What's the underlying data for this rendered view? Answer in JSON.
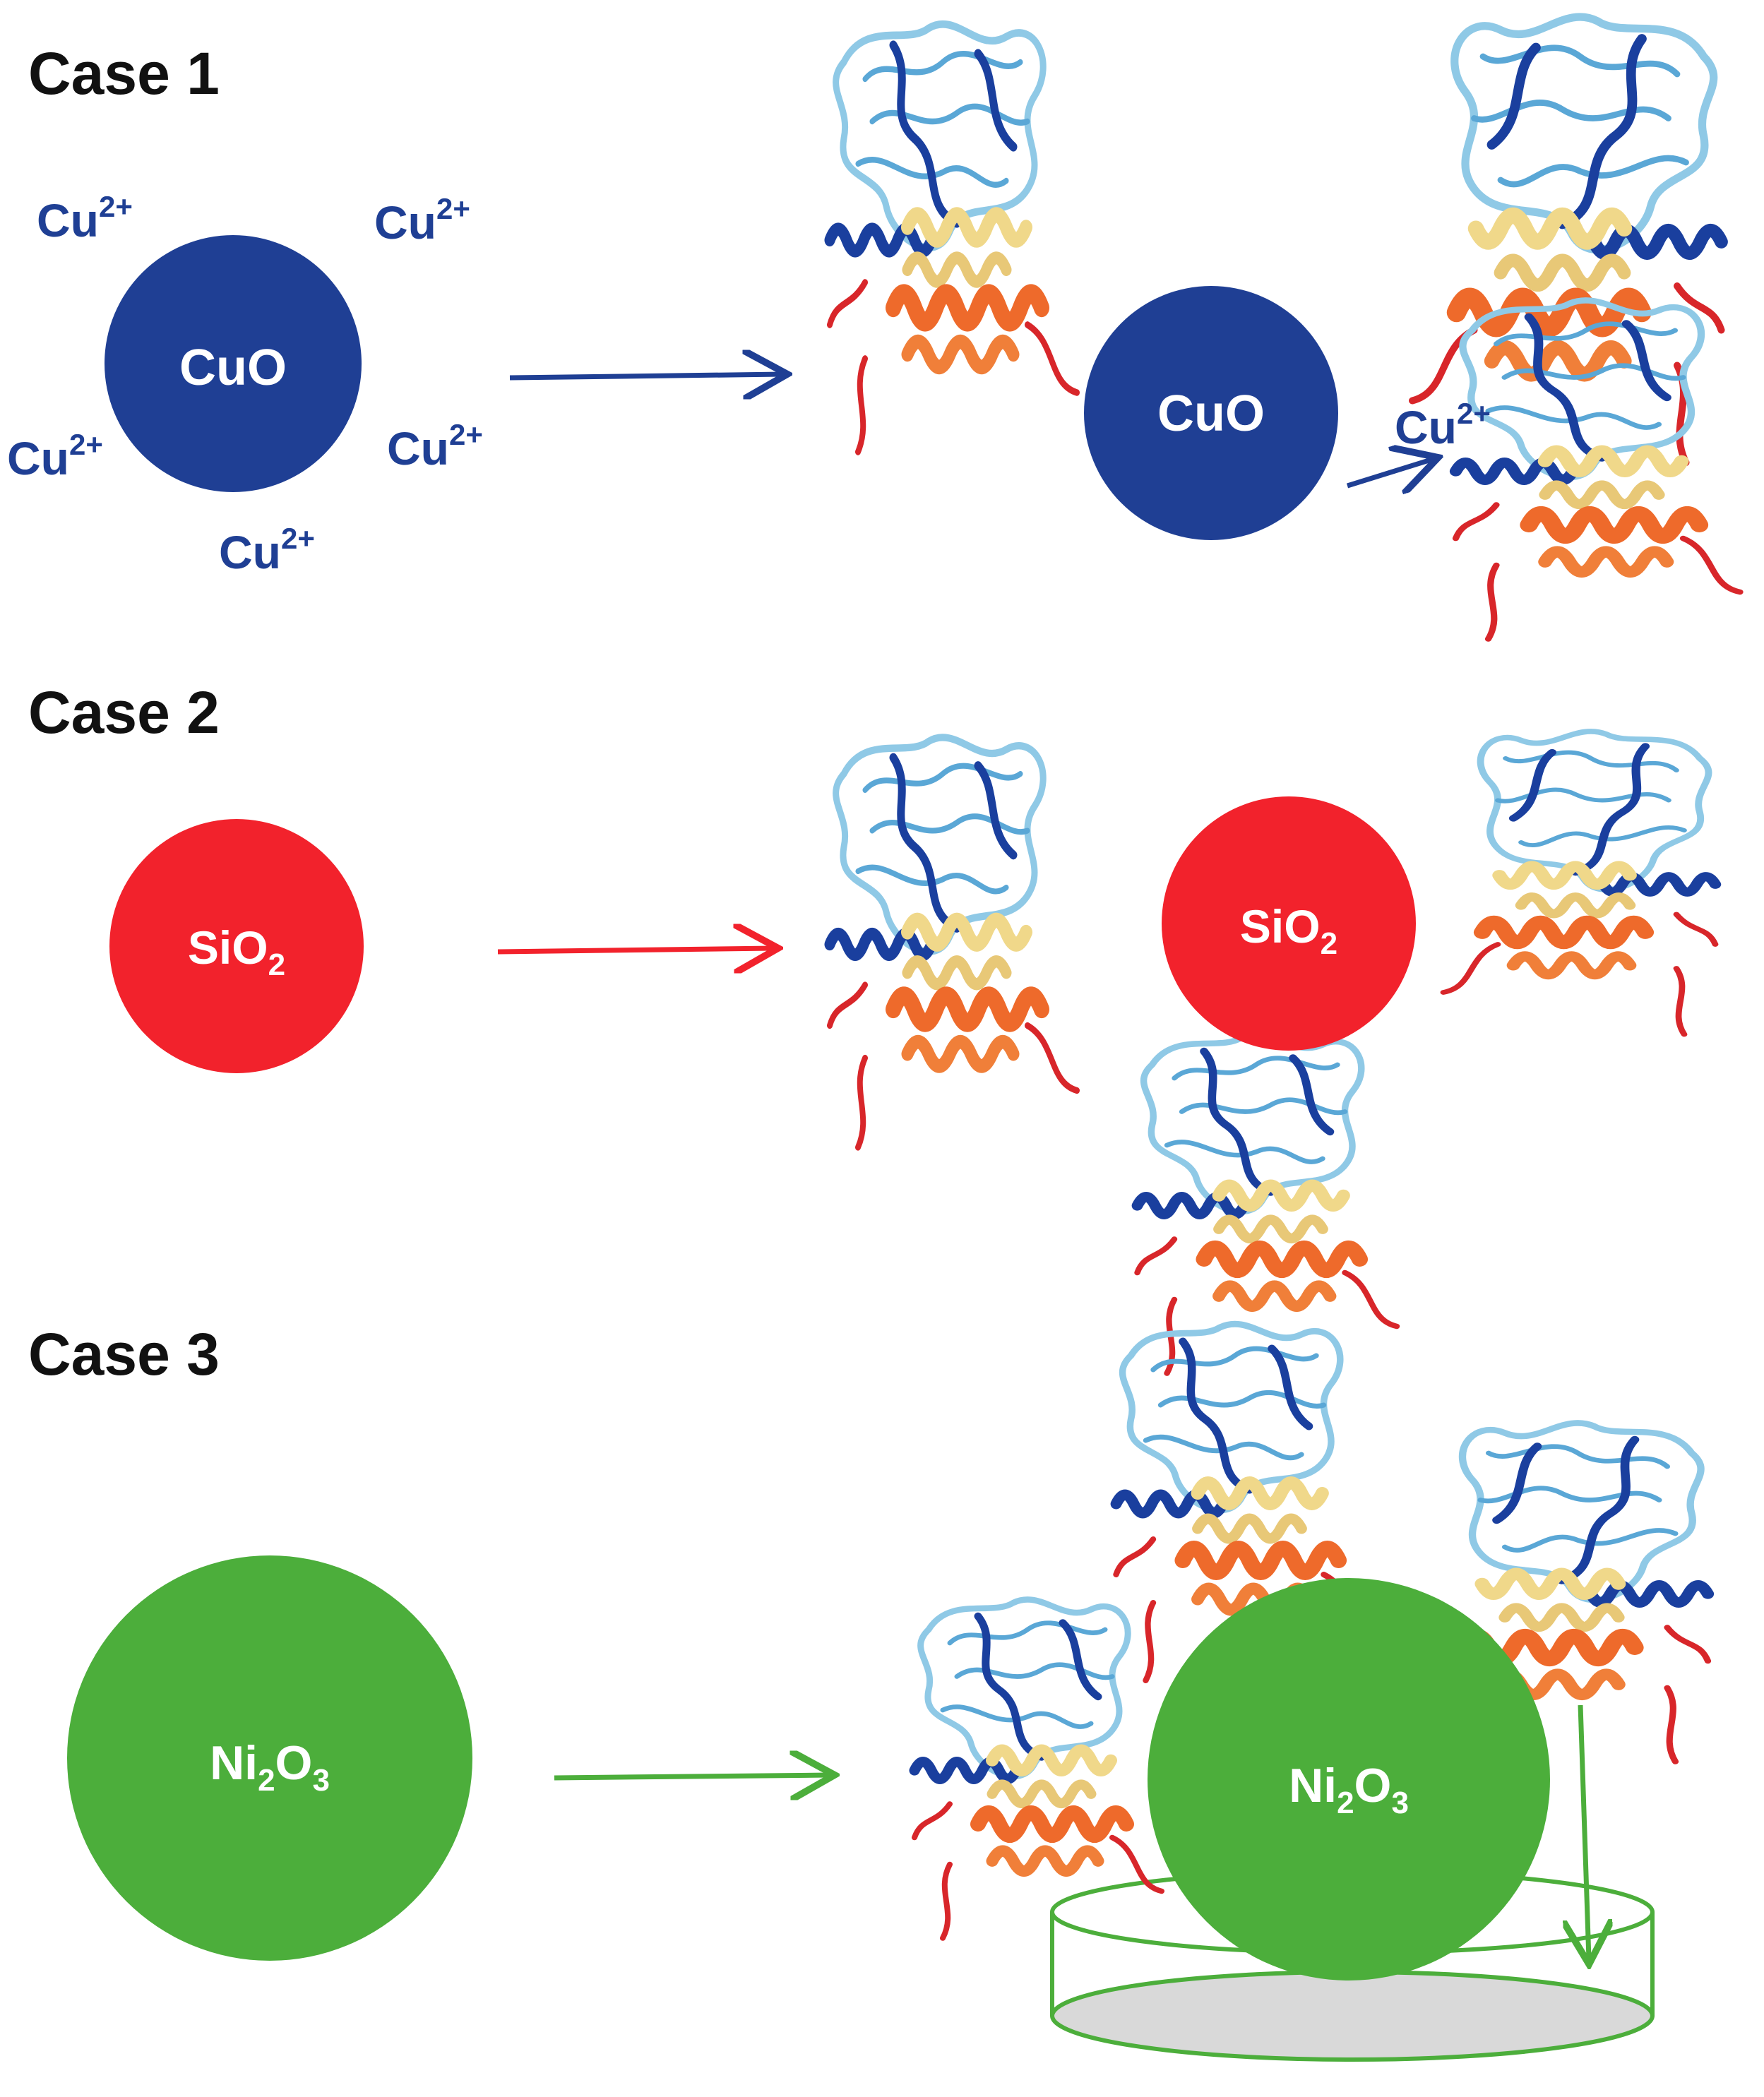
{
  "colors": {
    "cuo": "#1f3f94",
    "sio2": "#f2222c",
    "ni2o3": "#4cae3b",
    "dish_fill": "#d9d9d9",
    "title": "#111111",
    "protein_blue_dark": "#1a3f9e",
    "protein_blue_light": "#8fc9e6",
    "protein_orange": "#ee6a2b",
    "protein_red": "#d8262a",
    "protein_yellow": "#f0d88a"
  },
  "icons": [
    "protein-structure-icon",
    "arrow-right-icon",
    "petri-dish-icon"
  ],
  "cases": [
    {
      "title": "Case 1",
      "particle": {
        "main": "CuO",
        "sub1": "",
        "mid": "",
        "sub2": ""
      },
      "ions": [
        "Cu",
        "Cu",
        "Cu",
        "Cu",
        "Cu"
      ],
      "ion_charge": "2+",
      "released_ion": {
        "main": "Cu",
        "charge": "2+"
      }
    },
    {
      "title": "Case 2",
      "particle": {
        "main": "SiO",
        "sub1": "2",
        "mid": "",
        "sub2": ""
      }
    },
    {
      "title": "Case 3",
      "particle": {
        "main": "Ni",
        "sub1": "2",
        "mid": "O",
        "sub2": "3"
      }
    }
  ]
}
